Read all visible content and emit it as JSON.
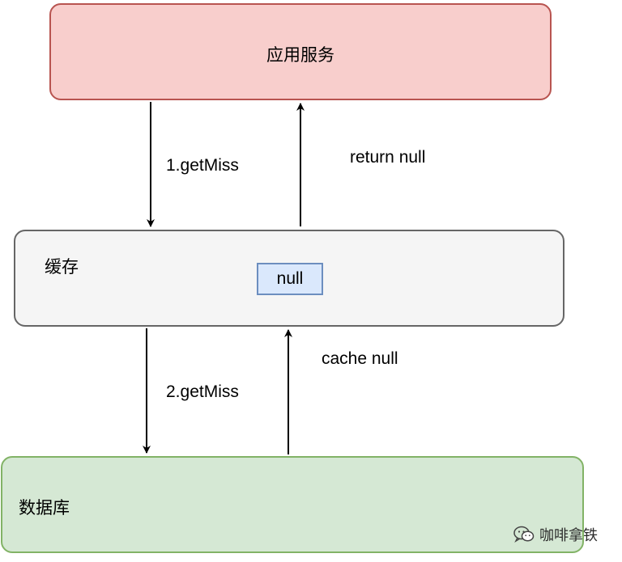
{
  "nodes": {
    "app": {
      "label": "应用服务"
    },
    "cache": {
      "label": "缓存",
      "value": "null"
    },
    "db": {
      "label": "数据库"
    }
  },
  "edges": {
    "get_miss_1": "1.getMiss",
    "return_null": "return null",
    "get_miss_2": "2.getMiss",
    "cache_null": "cache null"
  },
  "watermark": {
    "text": "咖啡拿铁",
    "icon": "wechat-icon"
  },
  "colors": {
    "app_fill": "#f8cecc",
    "app_stroke": "#b85450",
    "cache_fill": "#f5f5f5",
    "cache_stroke": "#666666",
    "db_fill": "#d5e8d4",
    "db_stroke": "#82b366",
    "null_fill": "#dae8fc",
    "null_stroke": "#6c8ebf"
  }
}
